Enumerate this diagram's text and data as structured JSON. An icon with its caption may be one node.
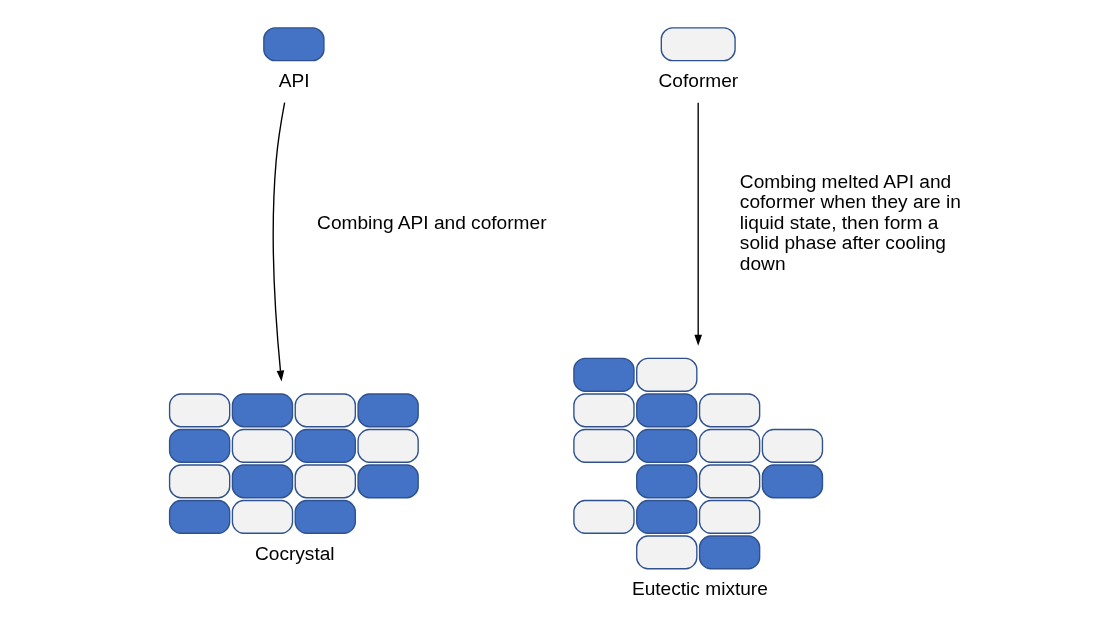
{
  "diagram": {
    "nodes": [
      {
        "text": [
          "API"
        ]
      },
      {
        "text": [
          "Coformer"
        ]
      },
      {
        "text": [
          "Cocrystal"
        ]
      },
      {
        "text": [
          "Eutectic mixture"
        ]
      }
    ],
    "edges": [
      {
        "from": 0,
        "to": 2,
        "arrow": "to",
        "label": "Combing API and coformer"
      },
      {
        "from": 1,
        "to": 3,
        "arrow": "to",
        "label": "Combing melted API and coformer when they are in liquid state, then form a solid phase after cooling down"
      }
    ]
  }
}
